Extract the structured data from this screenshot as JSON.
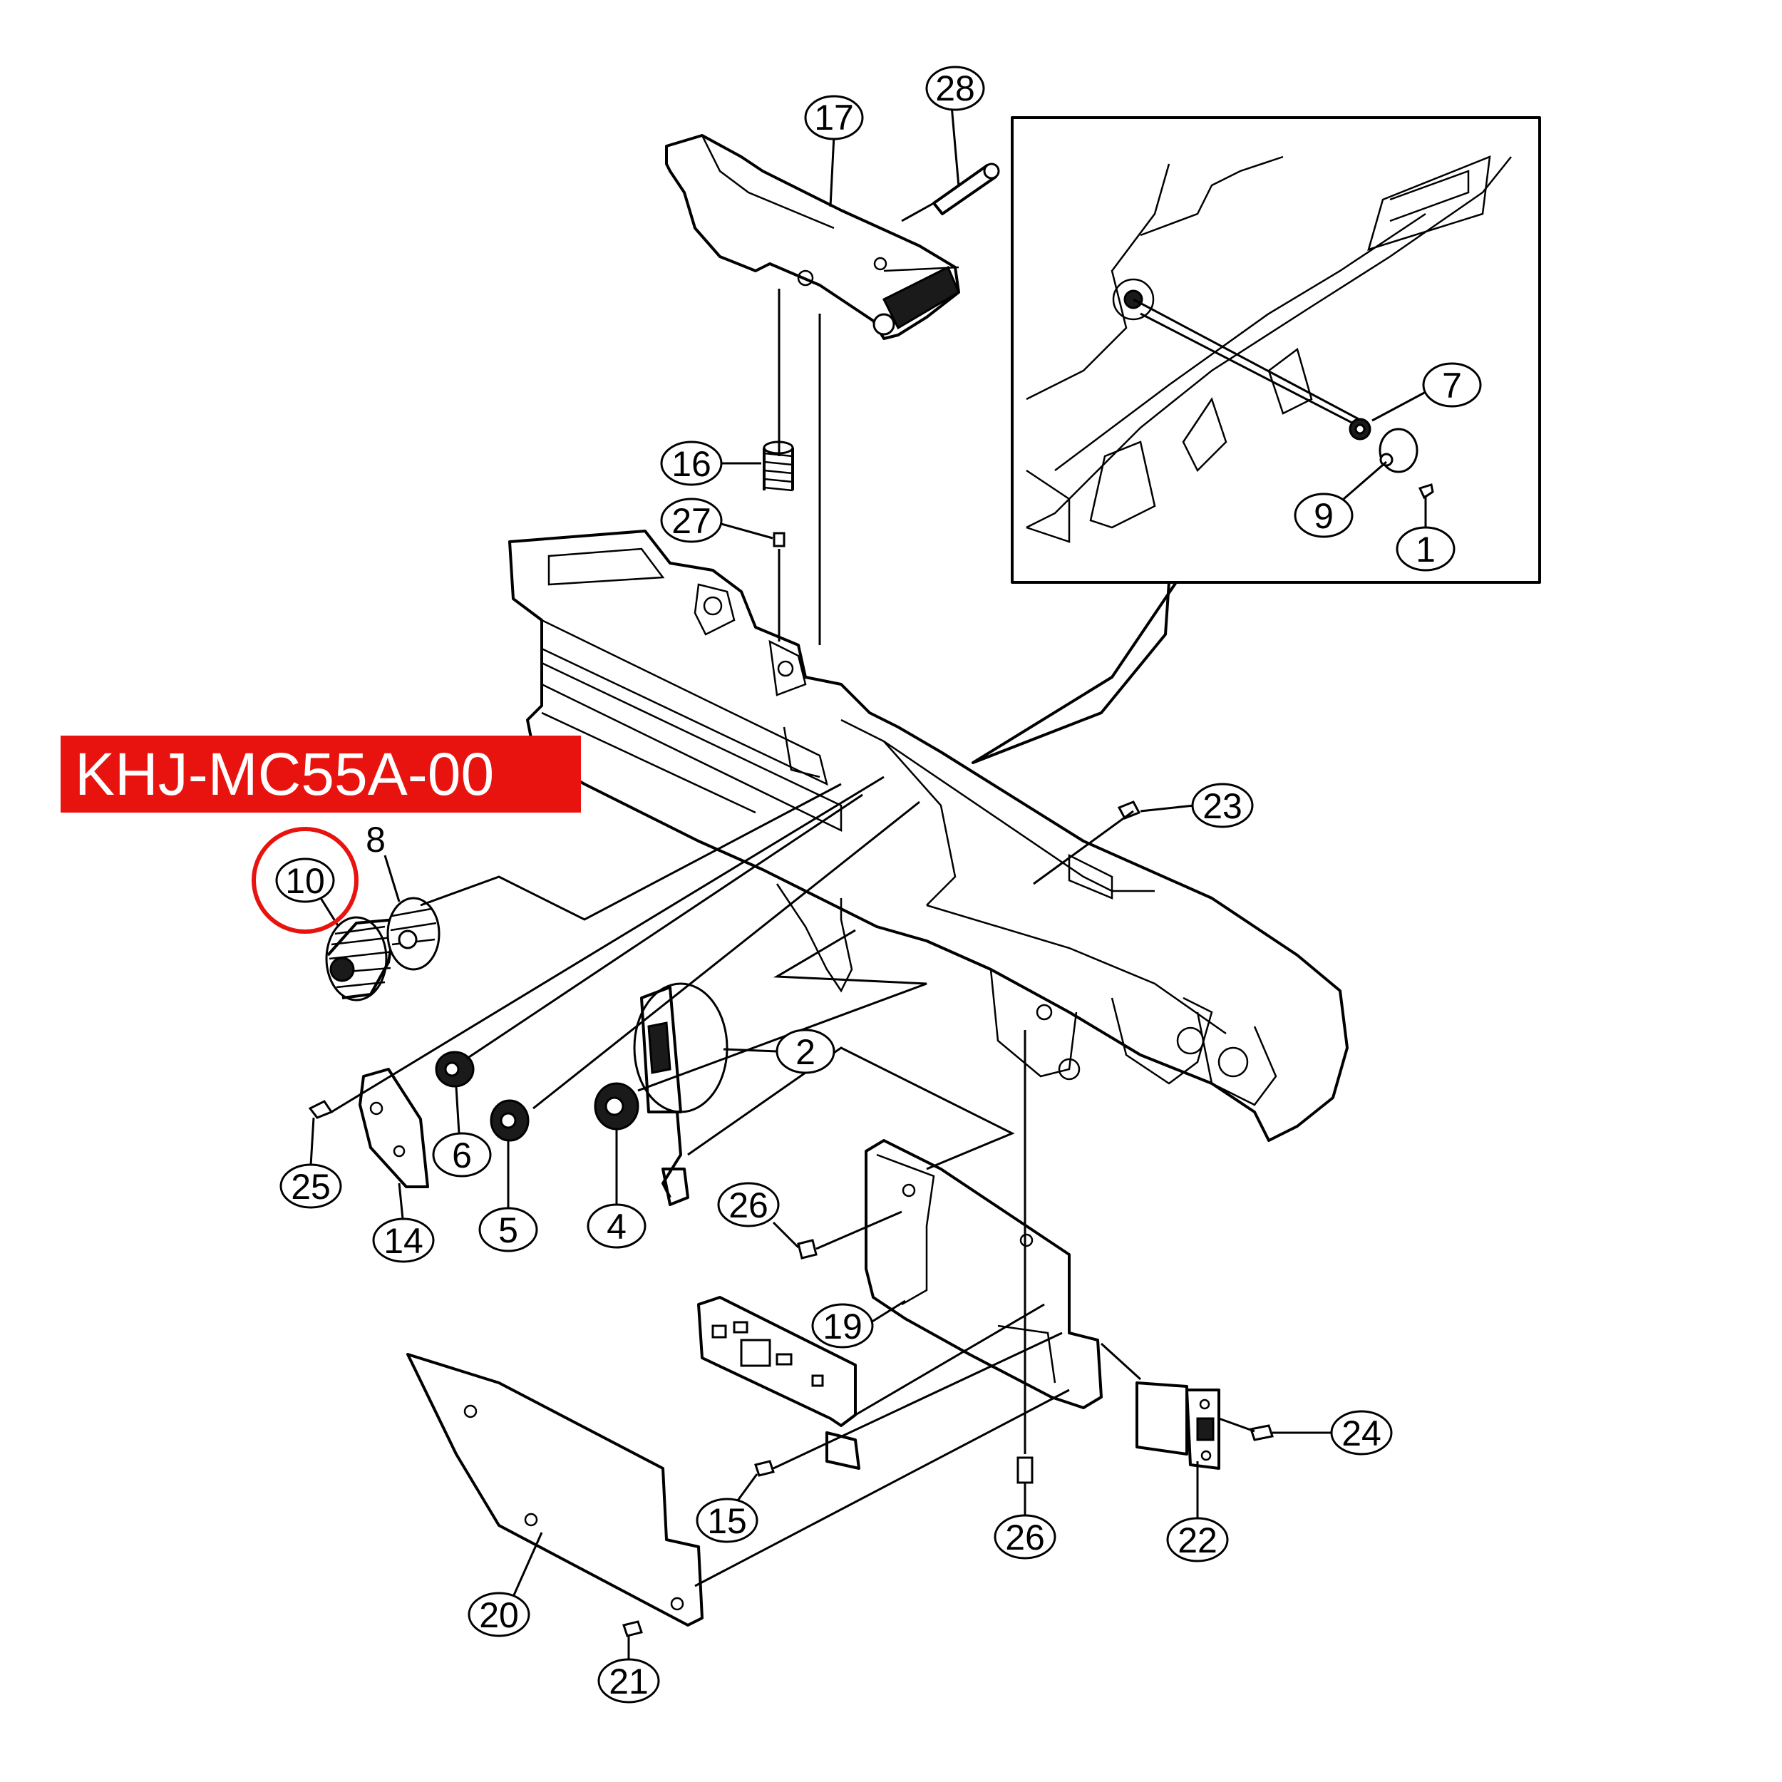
{
  "banner": {
    "part_number": "KHJ-MC55A-00",
    "color": "#e8130f"
  },
  "highlight": {
    "callout": "10",
    "ring_color": "#e8130f"
  },
  "callouts": [
    {
      "id": "c1",
      "label": "1"
    },
    {
      "id": "c2",
      "label": "2"
    },
    {
      "id": "c4",
      "label": "4"
    },
    {
      "id": "c5",
      "label": "5"
    },
    {
      "id": "c6",
      "label": "6"
    },
    {
      "id": "c7",
      "label": "7"
    },
    {
      "id": "c8",
      "label": "8"
    },
    {
      "id": "c9",
      "label": "9"
    },
    {
      "id": "c10",
      "label": "10"
    },
    {
      "id": "c14",
      "label": "14"
    },
    {
      "id": "c15",
      "label": "15"
    },
    {
      "id": "c16",
      "label": "16"
    },
    {
      "id": "c17",
      "label": "17"
    },
    {
      "id": "c19",
      "label": "19"
    },
    {
      "id": "c20",
      "label": "20"
    },
    {
      "id": "c21",
      "label": "21"
    },
    {
      "id": "c22",
      "label": "22"
    },
    {
      "id": "c23",
      "label": "23"
    },
    {
      "id": "c24",
      "label": "24"
    },
    {
      "id": "c25",
      "label": "25"
    },
    {
      "id": "c26a",
      "label": "26"
    },
    {
      "id": "c26b",
      "label": "26"
    },
    {
      "id": "c27",
      "label": "27"
    },
    {
      "id": "c28",
      "label": "28"
    }
  ]
}
